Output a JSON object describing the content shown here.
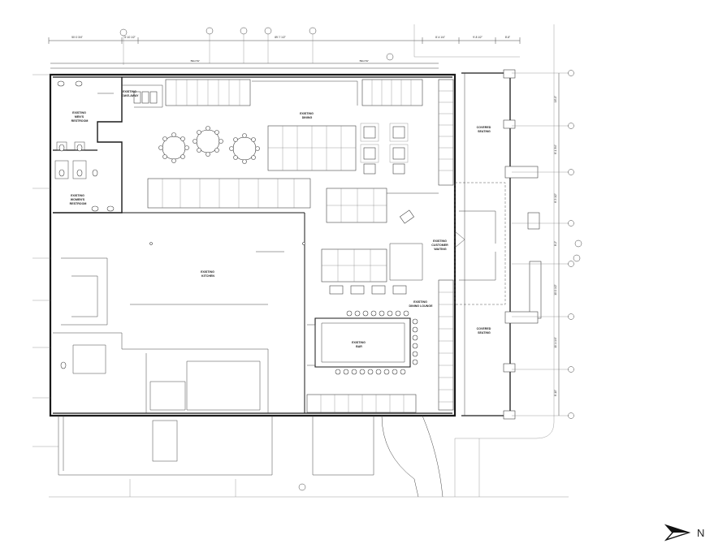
{
  "room_labels": [
    {
      "id": "takeaway",
      "lines": [
        "EXISTING",
        "TAKE-AWAY"
      ]
    },
    {
      "id": "dining",
      "lines": [
        "EXISTING",
        "DINING"
      ]
    },
    {
      "id": "mens",
      "lines": [
        "EXISTING",
        "MEN'S",
        "RESTROOM"
      ]
    },
    {
      "id": "womens",
      "lines": [
        "EXISTING",
        "WOMEN'S",
        "RESTROOM"
      ]
    },
    {
      "id": "kitchen",
      "lines": [
        "EXISTING",
        "KITCHEN"
      ]
    },
    {
      "id": "customer",
      "lines": [
        "EXISTING",
        "CUSTOMER",
        "WAITING"
      ]
    },
    {
      "id": "lounge",
      "lines": [
        "EXISTING",
        "DINING LOUNGE"
      ]
    },
    {
      "id": "bar",
      "lines": [
        "EXISTING",
        "BAR"
      ]
    },
    {
      "id": "cov1",
      "lines": [
        "COVERED",
        "SEATING"
      ]
    },
    {
      "id": "cov2",
      "lines": [
        "COVERED",
        "SEATING"
      ]
    }
  ],
  "top_dimensions": [
    "50'-0 3/4\"",
    "5'-10 1/2\"",
    "89'-7 1/2\"",
    "8'-4 1/4\"",
    "9'-8 1/2\"",
    "8'-8\""
  ],
  "right_dimensions": [
    "16'-0\"",
    "8'-1 3/4\"",
    "8'-5 1/2\"",
    "8'-2\"",
    "10'-0 1/2\"",
    "10'-1 1/4\"",
    "8'-10\""
  ],
  "below_labels": [
    "BELOW",
    "BELOW"
  ],
  "north_label": "N",
  "colors": {
    "line": "#1a1a1a",
    "paper": "#ffffff"
  }
}
